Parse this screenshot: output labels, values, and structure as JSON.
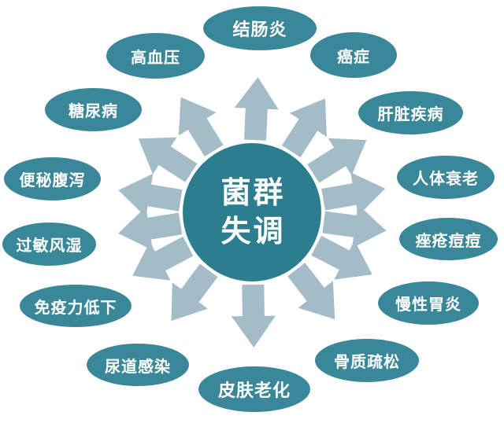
{
  "diagram": {
    "title_semantic": "gut-flora-imbalance-effects",
    "center": {
      "line1": "菌群",
      "line2": "失调"
    },
    "nodes": [
      {
        "label": "结肠炎"
      },
      {
        "label": "癌症"
      },
      {
        "label": "肝脏疾病"
      },
      {
        "label": "人体衰老"
      },
      {
        "label": "痤疮痘痘"
      },
      {
        "label": "慢性胃炎"
      },
      {
        "label": "骨质疏松"
      },
      {
        "label": "皮肤老化"
      },
      {
        "label": "尿道感染"
      },
      {
        "label": "免疫力低下"
      },
      {
        "label": "过敏风湿"
      },
      {
        "label": "便秘腹泻"
      },
      {
        "label": "糖尿病"
      },
      {
        "label": "高血压"
      }
    ],
    "colors": {
      "center_circle": "#2c7d8e",
      "node_ellipse": "#3a8799",
      "arrow": "#a4bcc8",
      "text": "#ffffff",
      "background": "#ffffff"
    }
  }
}
